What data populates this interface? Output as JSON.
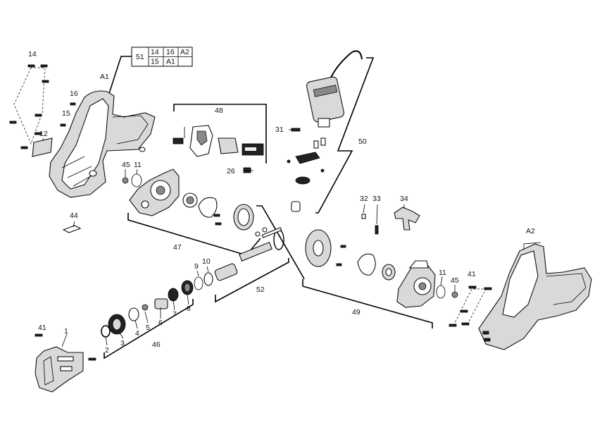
{
  "callouts": {
    "c1": "1",
    "c2": "2",
    "c3": "3",
    "c4": "4",
    "c5": "5",
    "c6": "6",
    "c7": "7",
    "c8": "8",
    "c9": "9",
    "c10": "10",
    "c11a": "11",
    "c11b": "11",
    "c12": "12",
    "c14": "14",
    "c15": "15",
    "c16": "16",
    "c26": "26",
    "c31": "31",
    "c32": "32",
    "c33": "33",
    "c34": "34",
    "c41a": "41",
    "c41b": "41",
    "c44": "44",
    "c45a": "45",
    "c45b": "45",
    "c46": "46",
    "c47": "47",
    "c48": "48",
    "c49": "49",
    "c50": "50",
    "c52": "52",
    "cA1": "A1",
    "cA2": "A2"
  },
  "kit_table": {
    "kit": "51",
    "row1": [
      "14",
      "16",
      "A2"
    ],
    "row2": [
      "15",
      "A1",
      ""
    ]
  }
}
